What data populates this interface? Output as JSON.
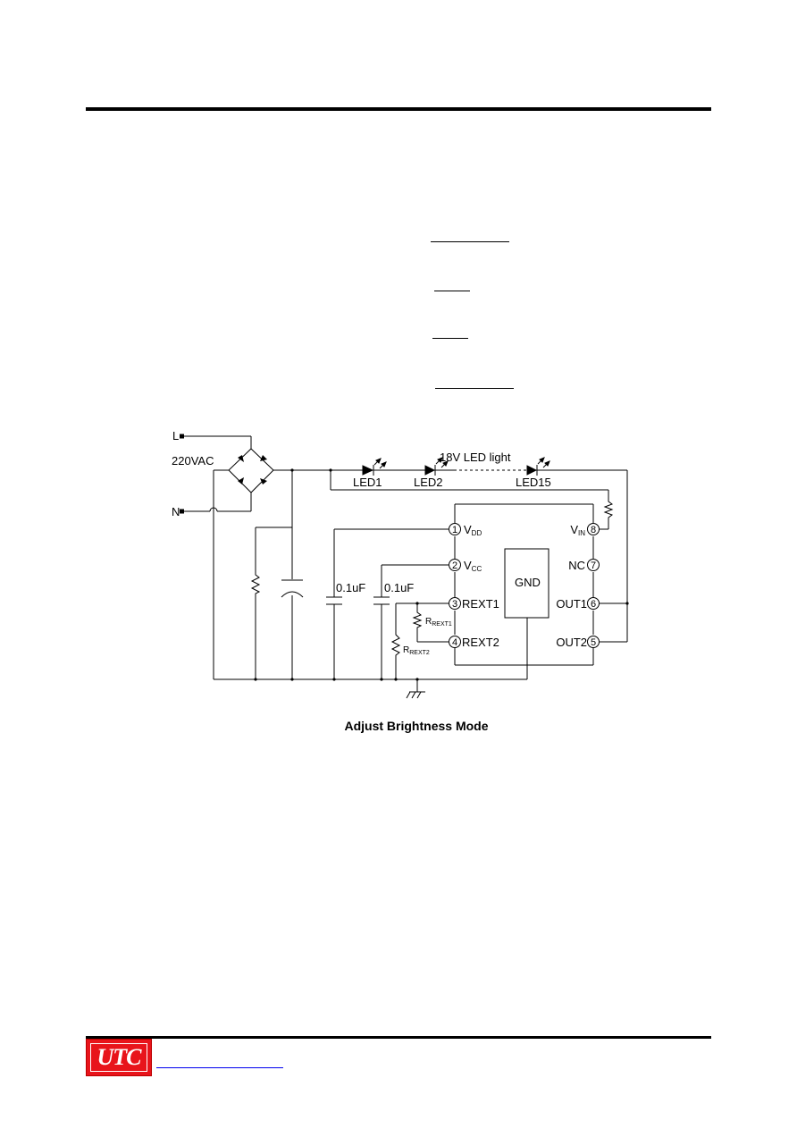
{
  "diagram": {
    "inputs": {
      "live_label": "L",
      "neutral_label": "N",
      "ac_label": "220VAC"
    },
    "load": {
      "title": "18V LED light",
      "leds": [
        "LED1",
        "LED2",
        "LED15"
      ]
    },
    "capacitors": [
      "0.1uF",
      "0.1uF"
    ],
    "resistors": {
      "rext1": {
        "main": "R",
        "sub": "REXT1"
      },
      "rext2": {
        "main": "R",
        "sub": "REXT2"
      }
    },
    "ic": {
      "center_label": "GND",
      "pins_left": [
        {
          "num": "1",
          "main": "V",
          "sub": "DD"
        },
        {
          "num": "2",
          "main": "V",
          "sub": "CC"
        },
        {
          "num": "3",
          "main": "REXT1",
          "sub": ""
        },
        {
          "num": "4",
          "main": "REXT2",
          "sub": ""
        }
      ],
      "pins_right": [
        {
          "num": "8",
          "main": "V",
          "sub": "IN"
        },
        {
          "num": "7",
          "main": "NC",
          "sub": ""
        },
        {
          "num": "6",
          "main": "OUT1",
          "sub": ""
        },
        {
          "num": "5",
          "main": "OUT2",
          "sub": ""
        }
      ]
    },
    "caption": "Adjust Brightness Mode"
  },
  "footer": {
    "logo_text": "UTC"
  },
  "colors": {
    "logo_red": "#e8141b",
    "link_blue": "#0000ee"
  }
}
